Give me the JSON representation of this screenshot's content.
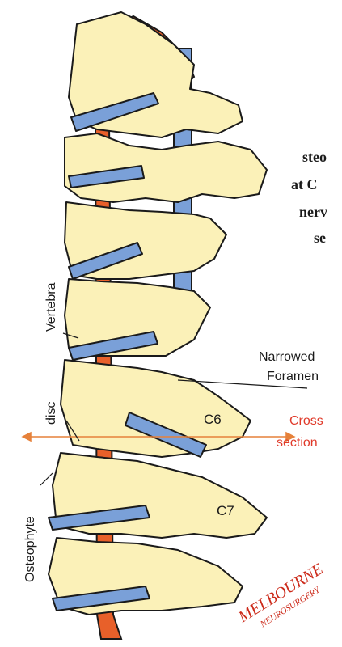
{
  "diagram": {
    "caption_lines": [
      "steo",
      "at C",
      "nerv",
      "se"
    ],
    "labels": {
      "vertebra": "Vertebra",
      "disc": "disc",
      "osteophyte": "Osteophyte",
      "narrowed_foramen_1": "Narrowed",
      "narrowed_foramen_2": "Foramen",
      "c6": "C6",
      "c7": "C7",
      "cross_section_1": "Cross",
      "cross_section_2": "section"
    },
    "logo": {
      "line1": "MELBOURNE",
      "line2": "NEUROSURGERY"
    },
    "colors": {
      "bone": "#fbf1b8",
      "bone_outline": "#1a1a1a",
      "spinal_cord": "#e8602a",
      "nerve_root": "#7aa0d8",
      "cross_section_line": "#e6813a",
      "cross_section_text": "#e03a2a",
      "logo": "#cc2a1a"
    }
  }
}
